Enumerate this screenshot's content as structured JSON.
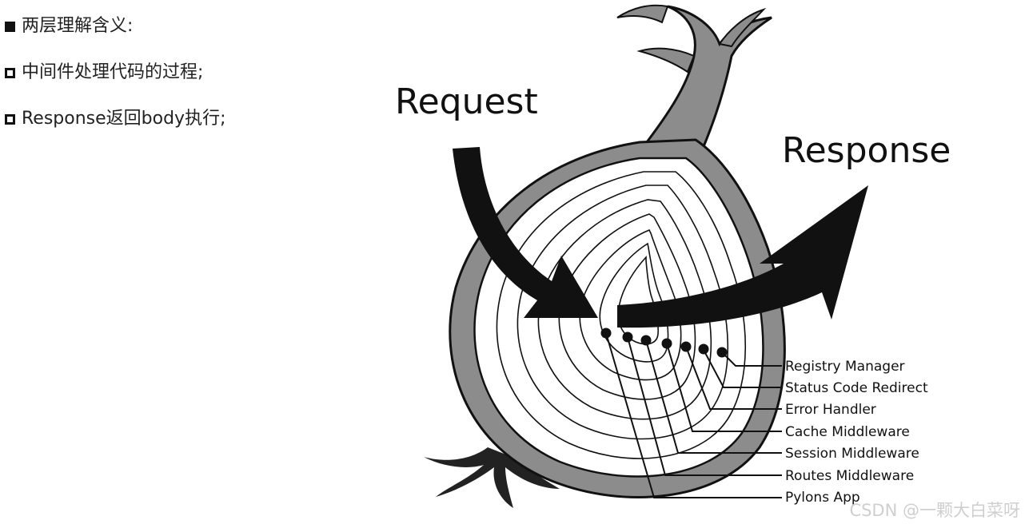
{
  "bullets": [
    {
      "marker": "filled-square",
      "text": "两层理解含义:"
    },
    {
      "marker": "hollow-square",
      "text": "中间件处理代码的过程;"
    },
    {
      "marker": "hollow-square",
      "text": "Response返回body执行;"
    }
  ],
  "diagram": {
    "request_label": "Request",
    "response_label": "Response",
    "layers": [
      "Registry Manager",
      "Status Code Redirect",
      "Error Handler",
      "Cache Middleware",
      "Session Middleware",
      "Routes Middleware",
      "Pylons App"
    ]
  },
  "watermark": "CSDN @一颗大白菜呀"
}
